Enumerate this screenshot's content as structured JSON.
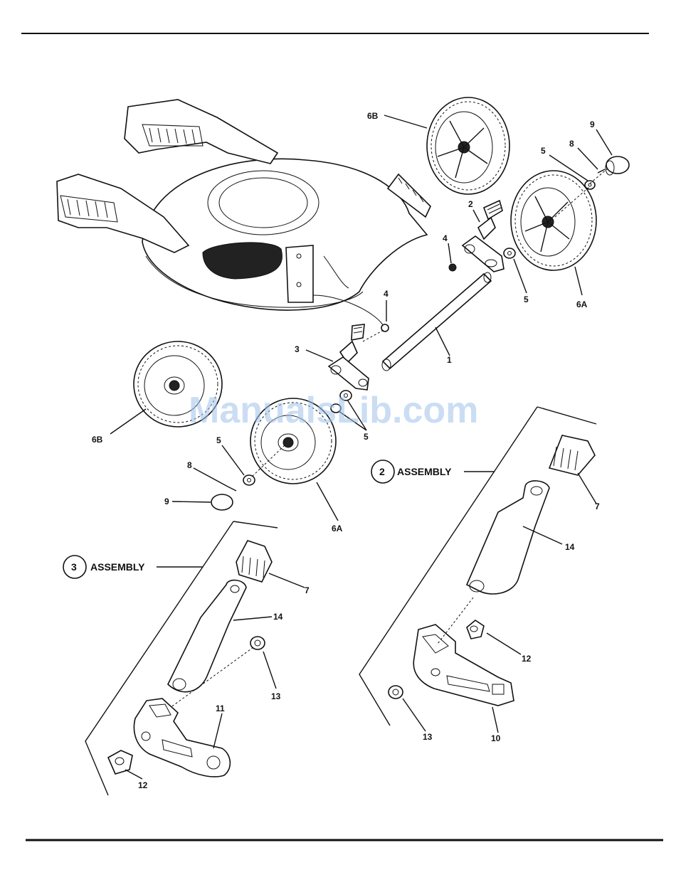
{
  "labels": {
    "l1": "1",
    "l2": "2",
    "l3": "3",
    "l4_top": "4",
    "l4_mid": "4",
    "l5_top": "5",
    "l5_right": "5",
    "l5_mid": "5",
    "l5_left": "5",
    "l6a_right": "6A",
    "l6b_top": "6B",
    "l6b_left": "6B",
    "l6a_left": "6A",
    "l8_top": "8",
    "l8_left": "8",
    "l9_top": "9",
    "l9_left": "9",
    "a2_num": "2",
    "a2_text": "ASSEMBLY",
    "a2_l7": "7",
    "a2_l14": "14",
    "a2_l12": "12",
    "a2_l13": "13",
    "a2_l10": "10",
    "a3_num": "3",
    "a3_text": "ASSEMBLY",
    "a3_l7": "7",
    "a3_l14": "14",
    "a3_l13": "13",
    "a3_l11": "11",
    "a3_l12": "12"
  },
  "watermark": "ManualsLib.com",
  "colors": {
    "line": "#111111",
    "watermark": "#9fc3ea",
    "background": "#ffffff"
  }
}
